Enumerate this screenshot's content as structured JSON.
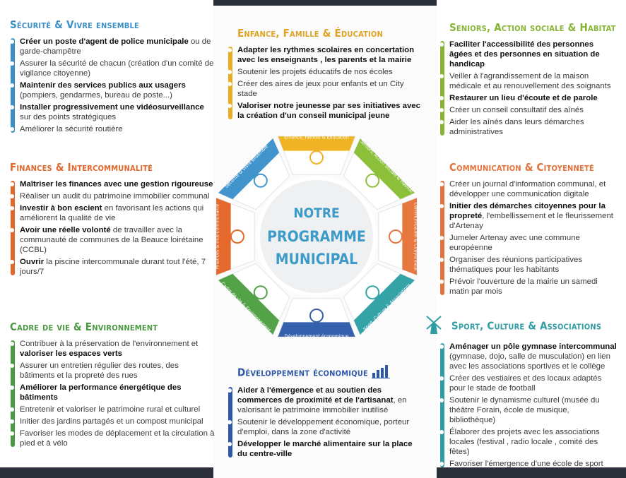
{
  "wheel": {
    "line1": "NOTRE",
    "line2": "PROGRAMME",
    "line3": "MUNICIPAL",
    "segments": [
      {
        "label": "Enfance, Famille & Éducation",
        "color": "#f0b323"
      },
      {
        "label": "Seniors, Action sociale & Habitat",
        "color": "#8cbf3a"
      },
      {
        "label": "Communication & Citoyenneté",
        "color": "#e6773f"
      },
      {
        "label": "Sport, Culture & Associations",
        "color": "#33a3a8"
      },
      {
        "label": "Développement économique",
        "color": "#3561ad"
      },
      {
        "label": "Cadre de vie & Environnement",
        "color": "#53a248"
      },
      {
        "label": "Finances & Intercommunalité",
        "color": "#e4692c"
      },
      {
        "label": "Sécurité & Vivre ensemble",
        "color": "#4195cc"
      }
    ]
  },
  "securite": {
    "title": "Sécurité & Vivre ensemble",
    "items": [
      {
        "bold": "Créer un poste d'agent de police municipale",
        "text": " ou de garde-champêtre"
      },
      {
        "bold": "",
        "text": "Assurer la sécurité de chacun (création d'un comité de vigilance citoyenne)"
      },
      {
        "bold": "Maintenir des services publics aux usagers",
        "text": " (pompiers, gendarmes, bureau de poste...)"
      },
      {
        "bold": "Installer progressivement une vidéosurveillance",
        "text": " sur des points stratégiques"
      },
      {
        "bold": "",
        "text": "Améliorer la sécurité routière"
      }
    ]
  },
  "finances": {
    "title": "Finances & Intercommunalité",
    "items": [
      {
        "bold": "Maîtriser les finances avec une gestion rigoureuse",
        "text": ""
      },
      {
        "bold": "",
        "text": "Réaliser un audit du patrimoine immobilier communal"
      },
      {
        "bold": "Investir à bon escient",
        "text": " en favorisant les actions qui améliorent la qualité de vie"
      },
      {
        "bold": "Avoir une réelle volonté",
        "text": " de travailler avec la communauté de communes de la Beauce loirétaine (CCBL)"
      },
      {
        "bold": "Ouvrir",
        "text": " la piscine intercommunale durant tout l'été, 7 jours/7"
      }
    ]
  },
  "cadre": {
    "title": "Cadre de vie & Environnement",
    "items": [
      {
        "bold": "",
        "text": "Contribuer à la préservation de l'environnement et ",
        "bold2": "valoriser les espaces verts"
      },
      {
        "bold": "",
        "text": "Assurer un entretien régulier des routes, des bâtiments et la propreté des rues"
      },
      {
        "bold": "Améliorer la performance énergétique des bâtiments",
        "text": ""
      },
      {
        "bold": "",
        "text": "Entretenir et valoriser le patrimoine rural et culturel"
      },
      {
        "bold": "",
        "text": "Initier des jardins partagés et un compost municipal"
      },
      {
        "bold": "",
        "text": "Favoriser les modes de déplacement et la circulation à pied et à vélo"
      }
    ]
  },
  "enfance": {
    "title": "Enfance, Famille & Éducation",
    "items": [
      {
        "bold": "Adapter les rythmes scolaires en concertation avec les enseignants , les parents et la mairie",
        "text": ""
      },
      {
        "bold": "",
        "text": "Soutenir les projets éducatifs de nos écoles"
      },
      {
        "bold": "",
        "text": "Créer des aires de jeux pour enfants et un City stade"
      },
      {
        "bold": "Valoriser notre jeunesse par ses initiatives avec la création d'un conseil municipal jeune",
        "text": ""
      }
    ]
  },
  "developpement": {
    "title": "Développement économique",
    "items": [
      {
        "bold": "Aider à l'émergence et au soutien des commerces de proximité et de l'artisanat",
        "text": ", en valorisant le patrimoine immobilier inutilisé"
      },
      {
        "bold": "",
        "text": "Soutenir le développement économique, porteur d'emploi, dans la zone d'activité"
      },
      {
        "bold": "Développer le marché alimentaire sur la place du centre-ville",
        "text": ""
      }
    ]
  },
  "seniors": {
    "title": "Seniors, Action sociale & Habitat",
    "items": [
      {
        "bold": "Faciliter l'accessibilité des personnes âgées et des personnes en situation de handicap",
        "text": ""
      },
      {
        "bold": "",
        "text": "Veiller à l'agrandissement de la maison médicale et au renouvellement des soignants"
      },
      {
        "bold": "Restaurer un lieu d'écoute et de parole",
        "text": ""
      },
      {
        "bold": "",
        "text": "Créer un conseil consultatif des aînés"
      },
      {
        "bold": "",
        "text": "Aider les aînés dans leurs démarches administratives"
      }
    ]
  },
  "communication": {
    "title": "Communication & Citoyenneté",
    "items": [
      {
        "bold": "",
        "text": "Créer un journal d'information communal, et développer une communication digitale"
      },
      {
        "bold": "Initier des démarches citoyennes pour la propreté",
        "text": ", l'embellissement et le fleurissement d'Artenay"
      },
      {
        "bold": "",
        "text": "Jumeler Artenay avec une commune européenne"
      },
      {
        "bold": "",
        "text": "Organiser des réunions participatives thématiques pour les habitants"
      },
      {
        "bold": "",
        "text": "Prévoir l'ouverture de la mairie un samedi matin par mois"
      }
    ]
  },
  "sport": {
    "title": "Sport, Culture & Associations",
    "items": [
      {
        "bold": "Aménager un pôle gymnase intercommunal",
        "text": " (gymnase, dojo, salle de musculation) en lien avec les associations sportives et le collège"
      },
      {
        "bold": "",
        "text": "Créer des vestiaires et des locaux adaptés pour le stade de football"
      },
      {
        "bold": "",
        "text": "Soutenir le dynamisme culturel (musée du théâtre Forain, école de musique, bibliothèque)"
      },
      {
        "bold": "",
        "text": "Élaborer des projets avec les associations locales (festival , radio locale , comité des fêtes)"
      },
      {
        "bold": "",
        "text": "Favoriser l'émergence d'une école de sport"
      }
    ]
  }
}
